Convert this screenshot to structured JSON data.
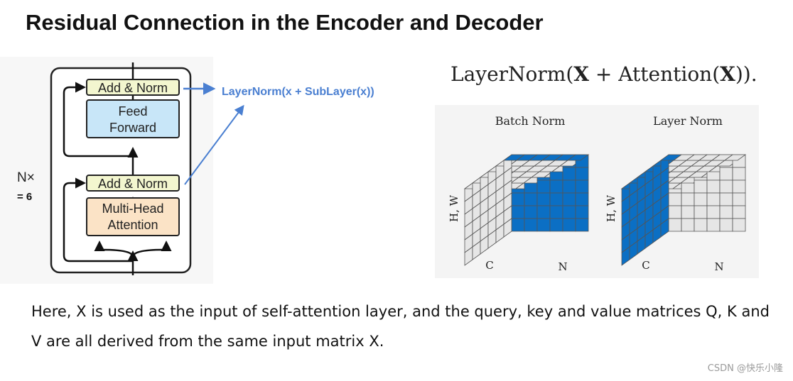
{
  "title": "Residual Connection in the Encoder and Decoder",
  "encoder": {
    "repeat_label": "N×",
    "repeat_value": "= 6",
    "top_add_norm": "Add & Norm",
    "feed_forward_line1": "Feed",
    "feed_forward_line2": "Forward",
    "bottom_add_norm": "Add & Norm",
    "attention_line1": "Multi-Head",
    "attention_line2": "Attention",
    "annotation": "LayerNorm(x + SubLayer(x))"
  },
  "formula": {
    "prefix": "LayerNorm(",
    "x1": "X",
    "mid": " + Attention(",
    "x2": "X",
    "suffix": "))."
  },
  "norm_figures": {
    "batch_title": "Batch Norm",
    "layer_title": "Layer Norm",
    "axis_hw": "H, W",
    "axis_c": "C",
    "axis_n": "N"
  },
  "caption": "Here, X is used as the input of self-attention layer, and the query, key and value matrices Q, K and V are all derived from the same input matrix X.",
  "watermark": "CSDN @快乐小隆",
  "colors": {
    "add_norm_fill": "#f3f6cf",
    "feed_forward_fill": "#c8e6f8",
    "attention_fill": "#fbe3c6",
    "annotation_blue": "#4a7fd1",
    "cube_blue": "#0b6fc4",
    "cube_gray": "#e6e6e6"
  }
}
